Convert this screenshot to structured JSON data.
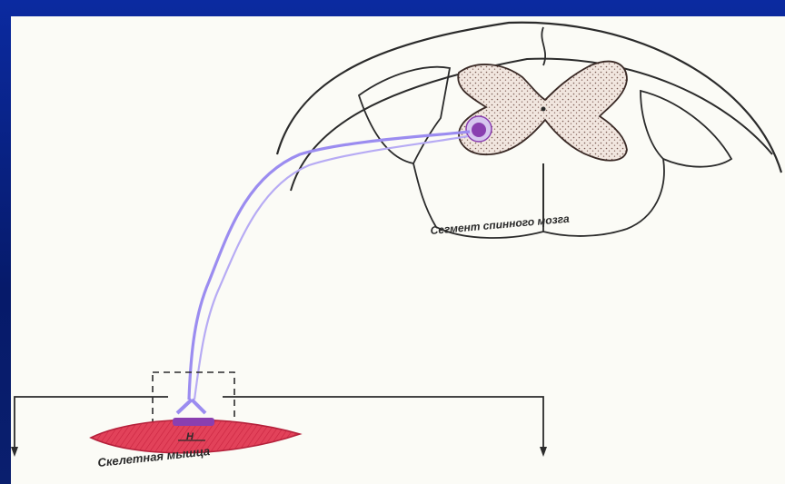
{
  "labels": {
    "spinal_segment": "Сегмент спинного мозга",
    "skeletal_muscle": "Скелетная мышца",
    "synapse_mark": "Н"
  },
  "colors": {
    "background_blue": "#0b2aa0",
    "panel": "#fbfbf6",
    "outline": "#2b2b2b",
    "grey_matter": "#f1e6df",
    "axon": "#9b8cf0",
    "neuron_body": "#8a3fb0",
    "muscle": "#e2425a"
  }
}
